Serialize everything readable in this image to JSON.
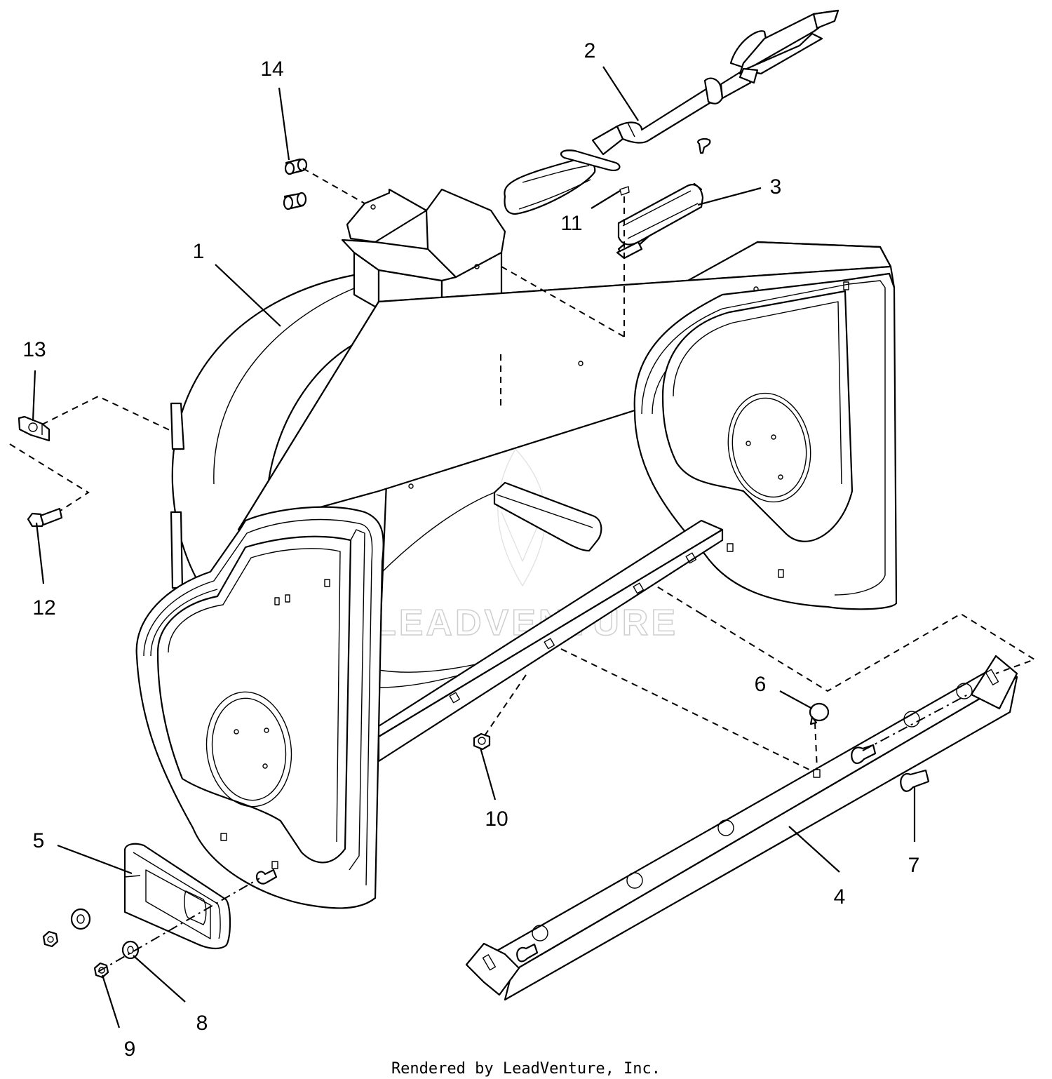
{
  "callouts": {
    "c1": "1",
    "c2": "2",
    "c3": "3",
    "c4": "4",
    "c5": "5",
    "c6": "6",
    "c7": "7",
    "c8": "8",
    "c9": "9",
    "c10": "10",
    "c11": "11",
    "c12": "12",
    "c13": "13",
    "c14": "14"
  },
  "watermark": "LEADVENTURE",
  "footer_credit": "Rendered by LeadVenture, Inc."
}
